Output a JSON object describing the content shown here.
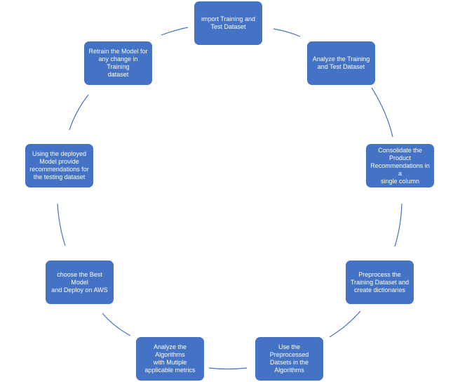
{
  "diagram": {
    "type": "cycle",
    "colors": {
      "box_fill": "#4472c4",
      "box_text": "#ffffff",
      "connector": "#4472c4"
    },
    "steps": [
      "import Training and\nTest  Dataset",
      "Analyze the Training\nand Test Dataset",
      "Consolidate the\nProduct\nRecommendations in a\nsingle column",
      "Preprocess the\nTraining Dataset and\ncreate dictionaries",
      "Use the Preprocessed\nDatsets in the\nAlgorithms",
      "Analyze the Algorithms\nwith Mutiple\napplicable metrics",
      "choose the Best Model\nand Deploy on AWS",
      "Using the deployed\nModel provide\nrecommendations for\nthe testing dataset",
      "Retrain the Model for\nany change in Training\ndataset"
    ]
  }
}
